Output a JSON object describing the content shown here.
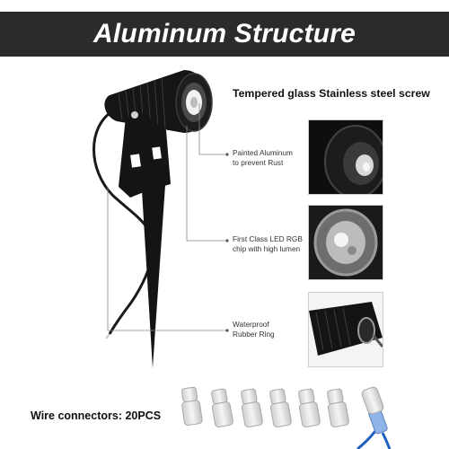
{
  "banner": {
    "title": "Aluminum Structure"
  },
  "headline": "Tempered glass Stainless steel screw",
  "callouts": [
    {
      "line1": "Painted Aluminum",
      "line2": "to prevent Rust"
    },
    {
      "line1": "First Class LED RGB",
      "line2": "chip with high lumen"
    },
    {
      "line1": "Waterproof",
      "line2": "Rubber Ring"
    }
  ],
  "footer": {
    "label": "Wire connectors: 20PCS"
  },
  "colors": {
    "banner": "#2b2b2b",
    "product": "#151515",
    "connector": "#e6e6e6",
    "wire": "#1f5fbf"
  }
}
